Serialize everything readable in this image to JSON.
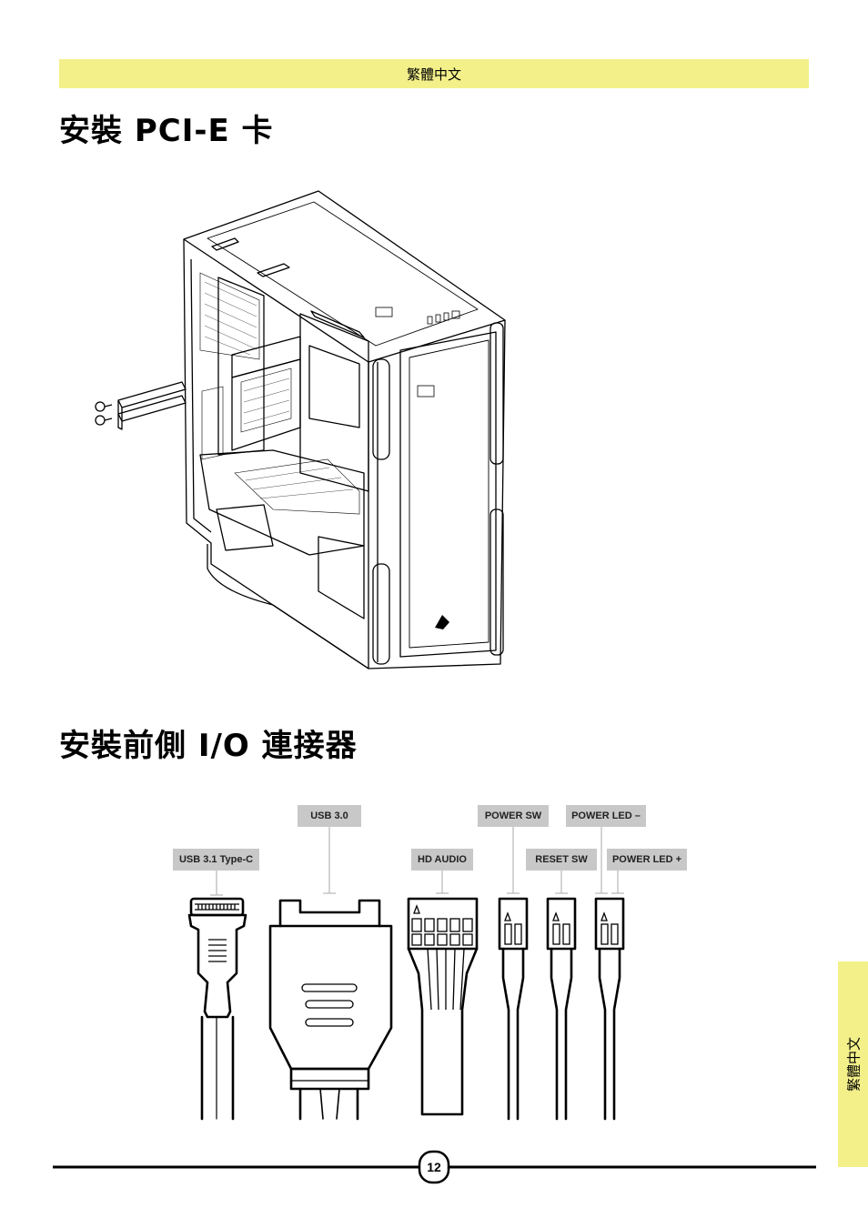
{
  "header": {
    "language": "繁體中文"
  },
  "section1": {
    "title": "安裝 PCI-E 卡"
  },
  "section2": {
    "title": "安裝前側 I/O 連接器"
  },
  "connectors": {
    "usb31": "USB 3.1 Type-C",
    "usb30": "USB 3.0",
    "hdaudio": "HD AUDIO",
    "powersw": "POWER SW",
    "resetsw": "RESET SW",
    "powerledminus": "POWER LED –",
    "powerledplus": "POWER LED +"
  },
  "side_tab": {
    "language": "繁體中文"
  },
  "footer": {
    "page_number": "12"
  },
  "colors": {
    "highlight": "#F3F08A",
    "label_bg": "#C8C8C8",
    "line": "#000000"
  }
}
